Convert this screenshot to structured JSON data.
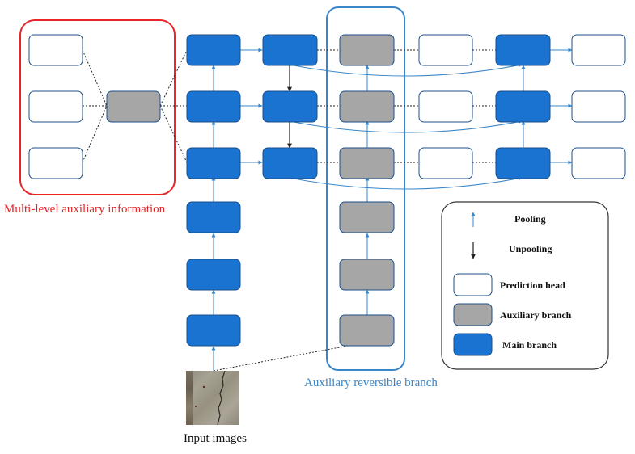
{
  "labels": {
    "multi_level": "Multi-level auxiliary information",
    "auxiliary_reversible": "Auxiliary reversible branch",
    "input_images": "Input images"
  },
  "legend": {
    "pooling": "Pooling",
    "unpooling": "Unpooling",
    "prediction_head": "Prediction head",
    "auxiliary_branch": "Auxiliary branch",
    "main_branch": "Main branch"
  },
  "colors": {
    "main_branch": "#1a73d0",
    "auxiliary_branch": "#a6a6a6",
    "prediction_head": "#ffffff",
    "box_border": "#1b4f8a",
    "red_frame": "#e8262a",
    "blue_frame": "#3a86c8"
  }
}
